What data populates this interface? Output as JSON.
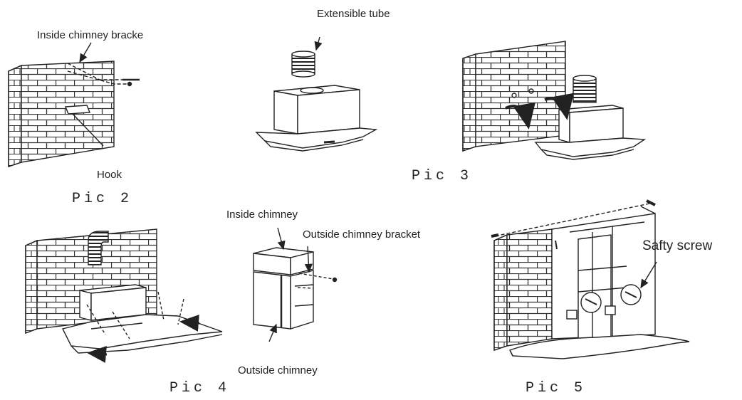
{
  "colors": {
    "ink": "#222222",
    "paper": "#ffffff",
    "grey": "#bfbfbf"
  },
  "labels": {
    "inside_chimney_bracket": "Inside chimney bracke",
    "hook": "Hook",
    "extensible_tube": "Extensible tube",
    "inside_chimney": "Inside chimney",
    "outside_chimney_bracket": "Outside chimney bracket",
    "outside_chimney": "Outside chimney",
    "safety_screw": "Safty screw"
  },
  "captions": {
    "pic2": "Pic 2",
    "pic3": "Pic 3",
    "pic4": "Pic 4",
    "pic5": "Pic 5"
  }
}
